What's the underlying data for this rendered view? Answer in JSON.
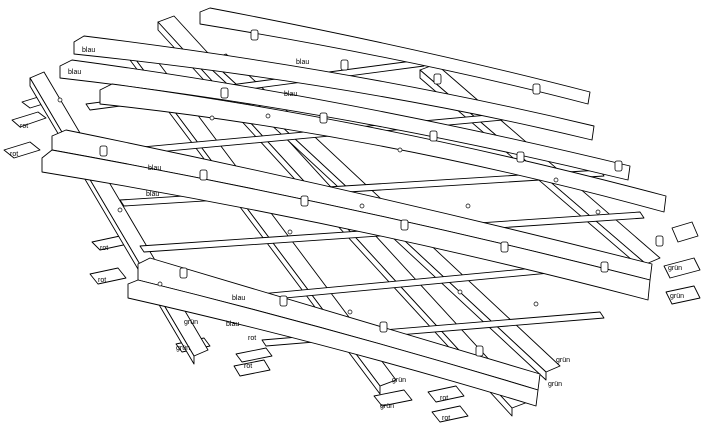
{
  "labels": {
    "blau": "blau",
    "rot": "rot",
    "gruen": "grün"
  }
}
